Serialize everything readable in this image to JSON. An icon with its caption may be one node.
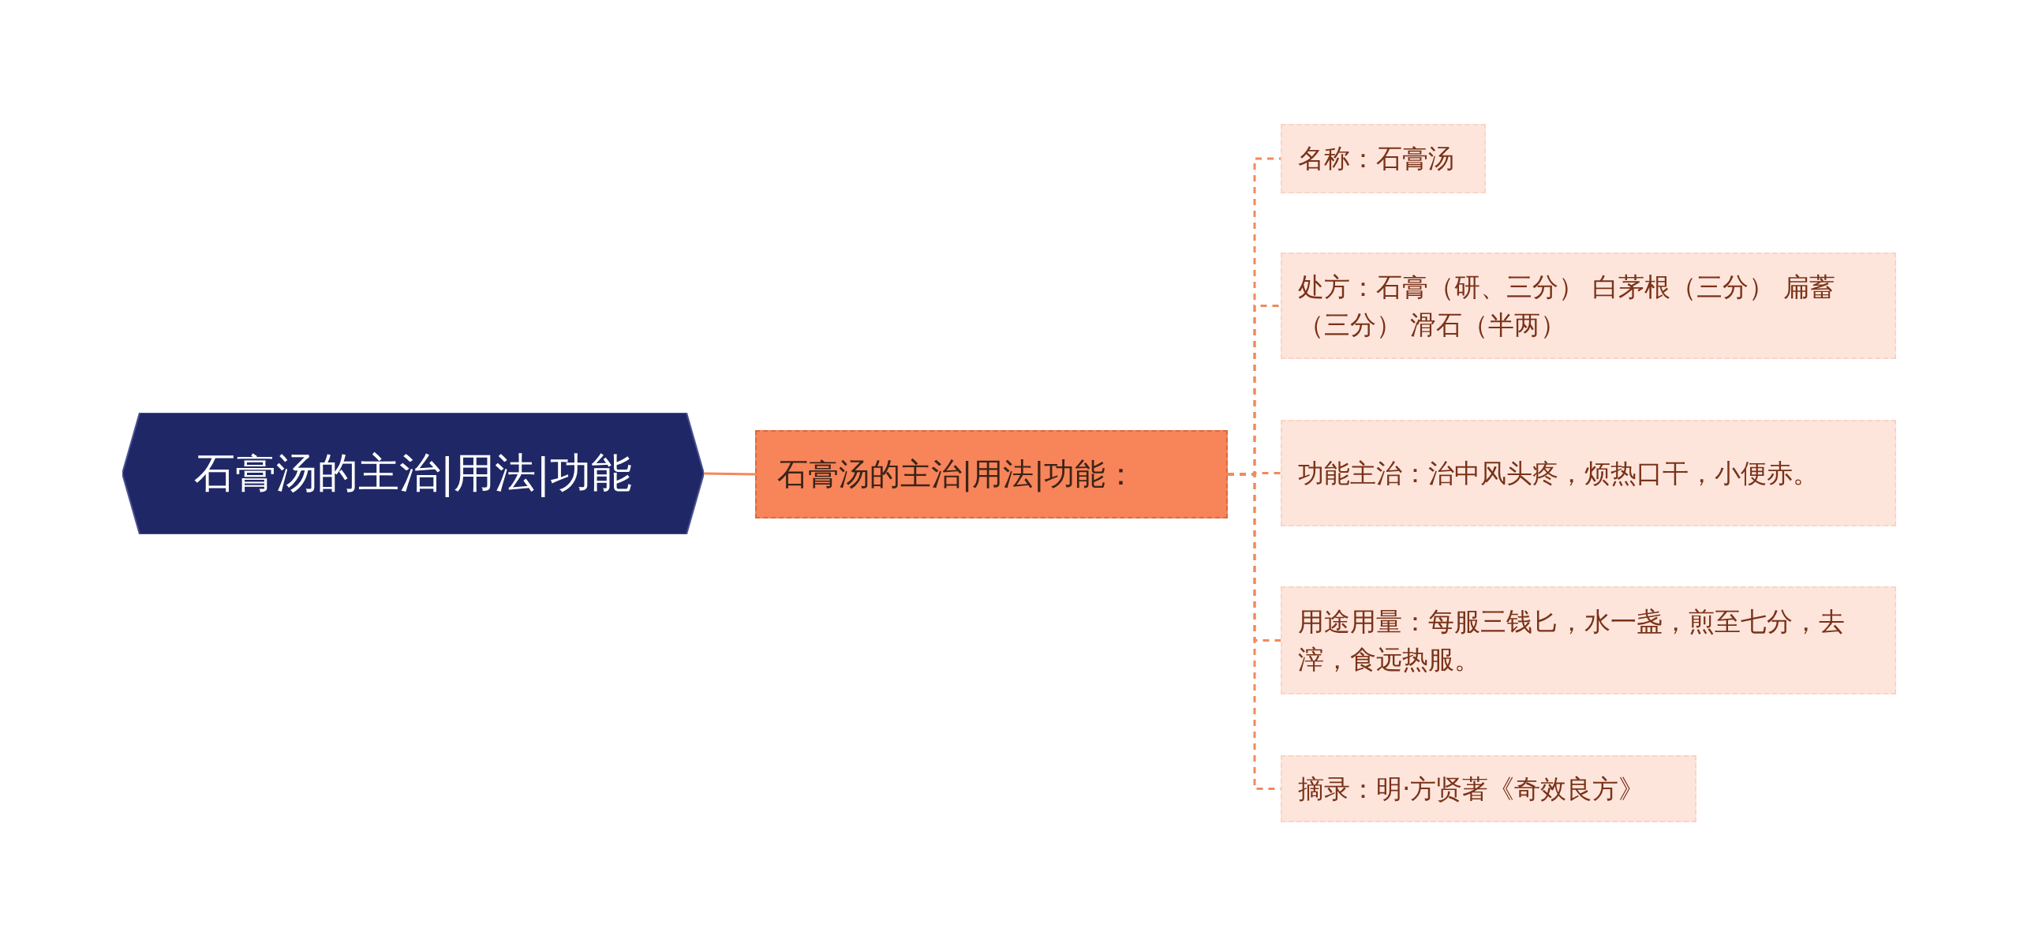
{
  "diagram": {
    "nodes": [
      {
        "text": [
          "石膏汤的主治|用法|功能"
        ]
      },
      {
        "text": [
          "石膏汤的主治|用法|功能："
        ]
      },
      {
        "text": [
          "名称：石膏汤"
        ]
      },
      {
        "text": [
          "处方：石膏（研、三分） 白茅根（三分） 扁蓄（三分） 滑石（半两）"
        ]
      },
      {
        "text": [
          "功能主治：治中风头疼，烦热口干，小便赤。"
        ]
      },
      {
        "text": [
          "用途用量：每服三钱匕，水一盏，煎至七分，去滓，食远热服。"
        ]
      },
      {
        "text": [
          "摘录：明·方贤著《奇效良方》"
        ]
      }
    ],
    "edges": [
      {
        "from": 0,
        "to": 1,
        "arrow": "none"
      },
      {
        "from": 1,
        "to": 2,
        "arrow": "none",
        "style": "dashed"
      },
      {
        "from": 1,
        "to": 3,
        "arrow": "none",
        "style": "dashed"
      },
      {
        "from": 1,
        "to": 4,
        "arrow": "none",
        "style": "dashed"
      },
      {
        "from": 1,
        "to": 5,
        "arrow": "none",
        "style": "dashed"
      },
      {
        "from": 1,
        "to": 6,
        "arrow": "none",
        "style": "dashed"
      }
    ]
  }
}
